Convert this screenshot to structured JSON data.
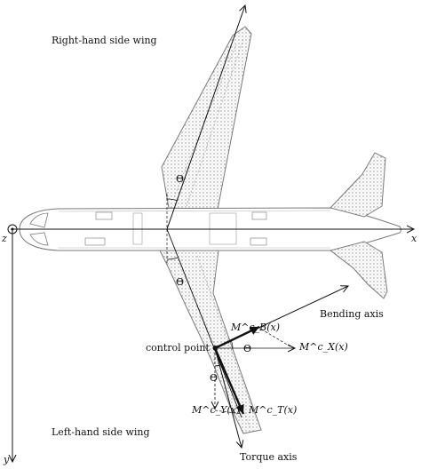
{
  "labels": {
    "right_wing": "Right-hand side wing",
    "left_wing": "Left-hand side wing",
    "bending_axis": "Bending axis",
    "torque_axis": "Torque axis",
    "control_point": "control point c",
    "axis_x": "x",
    "axis_y": "y",
    "axis_z": "z",
    "theta": "Θ"
  },
  "moments": {
    "mb": "M^c_B(x)",
    "mx": "M^c_X(x)",
    "my": "M^c_Y(x)",
    "mt": "M^c_T(x)"
  },
  "colors": {
    "ink": "#111111",
    "outline": "#7a7a7a",
    "shade": "#9a9a9a"
  }
}
